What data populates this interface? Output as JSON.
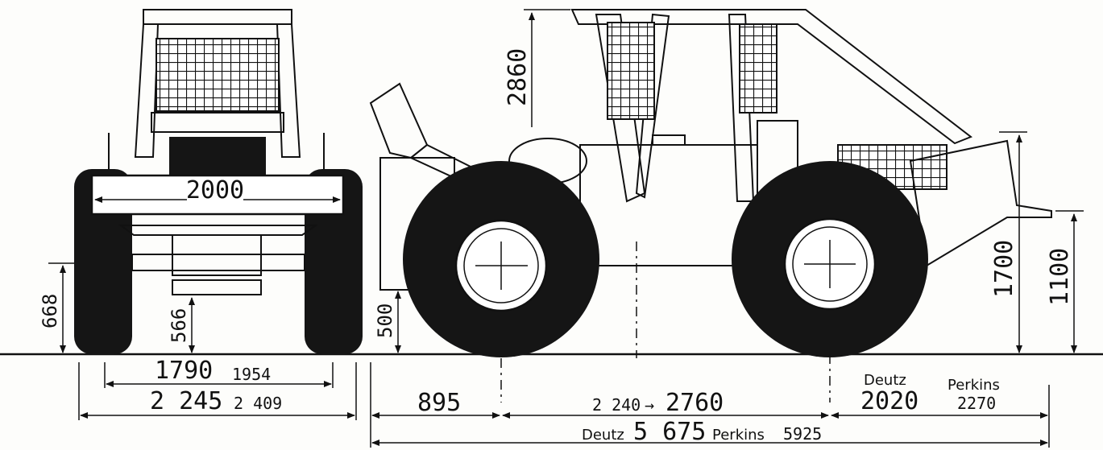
{
  "front_view": {
    "width_2000": "2000",
    "ground_clearance_566": "566",
    "axle_height_668": "668",
    "track_1790": "1790",
    "track_1954": "1954",
    "overall_2245": "2 245",
    "overall_2409": "2 409"
  },
  "side_view": {
    "cab_height": "2860",
    "front_low": "500",
    "rear_1700": "1700",
    "rear_1100": "1100",
    "front_overhang": "895",
    "wheelbase_from": "2 240",
    "wheelbase_arrow": "→",
    "wheelbase_to": "2760",
    "rear_deutz_label": "Deutz",
    "rear_deutz_value": "2020",
    "rear_perkins_label": "Perkins",
    "rear_perkins_value": "2270",
    "total_deutz_label": "Deutz",
    "total_deutz_value": "5 675",
    "total_perkins_label": "Perkins",
    "total_perkins_value": "5925"
  }
}
